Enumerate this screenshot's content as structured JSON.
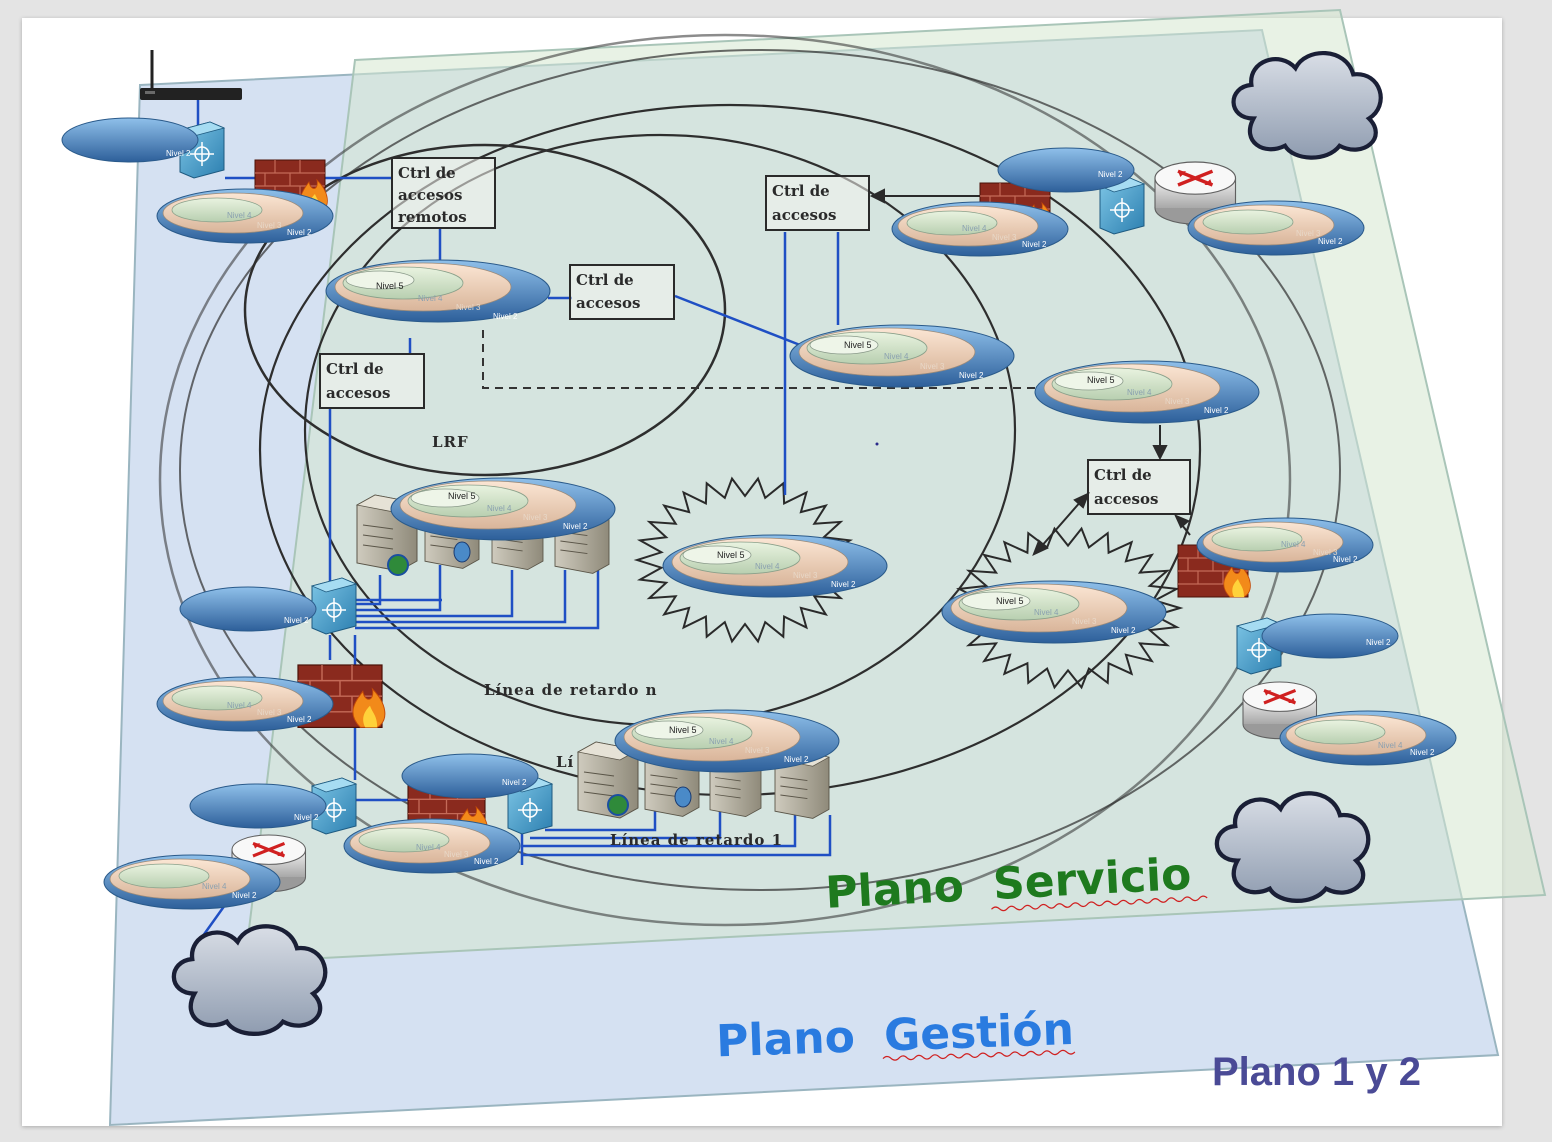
{
  "diagram": {
    "planes": {
      "servicio": {
        "word1": "Plano",
        "word2": "Servicio"
      },
      "gestion": {
        "word1": "Plano",
        "word2": "Gestión"
      },
      "combined": "Plano 1 y 2"
    },
    "boxes": {
      "remote_line1": "Ctrl de",
      "remote_line2": "accesos",
      "remote_line3": "remotos",
      "access_line1": "Ctrl de",
      "access_line2": "accesos"
    },
    "rings": {
      "lrf": "LRF",
      "delay_n": "Línea de retardo n",
      "delay_1": "Línea de retardo 1",
      "delay_1_partial": "Lí"
    },
    "levels": {
      "n2": "Nivel 2",
      "n3": "Nivel 3",
      "n4": "Nivel 4",
      "n5": "Nivel 5"
    },
    "colors": {
      "plane_servicio_fill": "#d6e8cf",
      "plane_gestion_fill": "#c9d8ee",
      "link_blue": "#1f4fc4",
      "ring_outer": "#2f6fa8",
      "plane_servicio_label": "#1e7a1e",
      "plane_gestion_label": "#2a7be0",
      "plane_combined_label": "#4a4a96"
    },
    "icons": [
      "router-icon",
      "switch-icon",
      "firewall-icon",
      "server-icon",
      "cloud-icon",
      "wireless-router-icon"
    ]
  }
}
